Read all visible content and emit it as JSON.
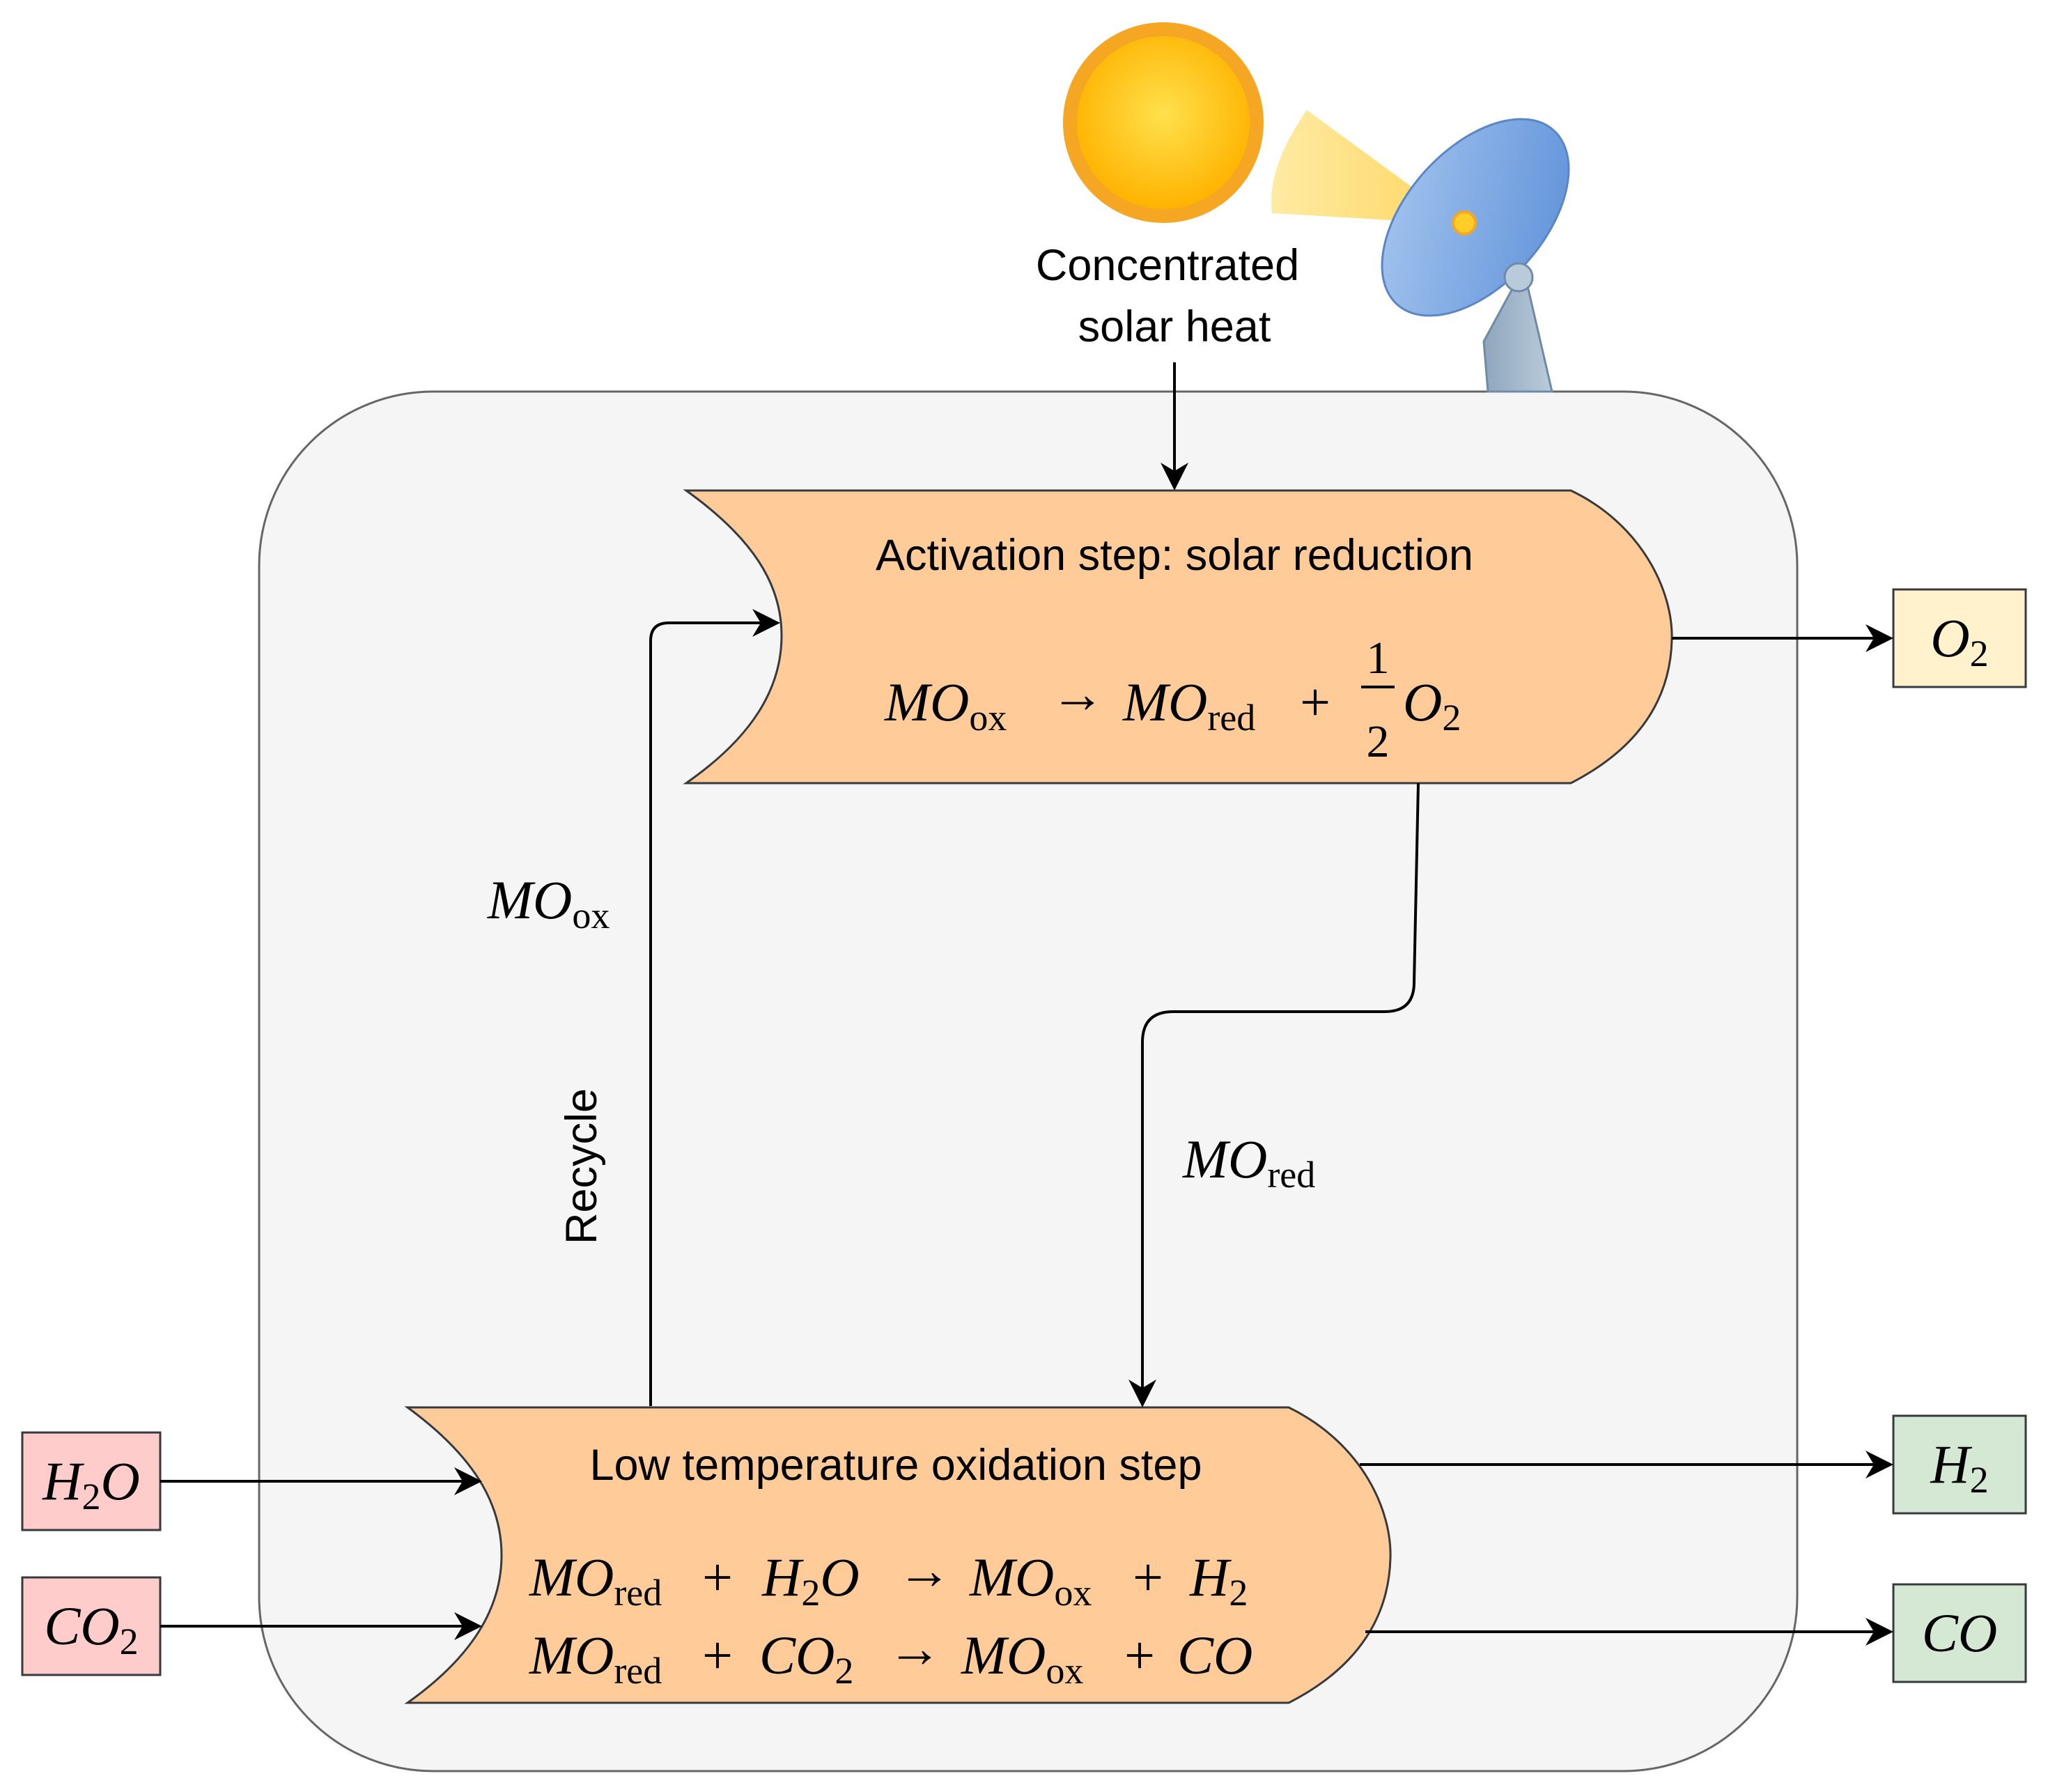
{
  "heat_source": {
    "label_line1": "Concentrated",
    "label_line2": "solar heat",
    "sun_icon": "sun-icon",
    "dish_icon": "solar-dish-icon"
  },
  "activation_step": {
    "title": "Activation step: solar reduction",
    "eq_lhs_base": "MO",
    "eq_lhs_sub": "ox",
    "eq_arrow": "→",
    "eq_rhs_base": "MO",
    "eq_rhs_sub": "red",
    "eq_plus": "+",
    "eq_frac_num": "1",
    "eq_frac_den": "2",
    "eq_o2_base": "O",
    "eq_o2_sub": "2"
  },
  "oxidation_step": {
    "title": "Low temperature oxidation step",
    "eq1": {
      "a": "MO",
      "a_sub": "red",
      "plus1": "+",
      "b": "H",
      "b_sub": "2",
      "b2": "O",
      "arrow": "→",
      "c": "MO",
      "c_sub": "ox",
      "plus2": "+",
      "d": "H",
      "d_sub": "2"
    },
    "eq2": {
      "a": "MO",
      "a_sub": "red",
      "plus1": "+",
      "b": "CO",
      "b_sub": "2",
      "arrow": "→",
      "c": "MO",
      "c_sub": "ox",
      "plus2": "+",
      "d": "CO"
    }
  },
  "flows": {
    "mo_ox": {
      "base": "MO",
      "sub": "ox"
    },
    "mo_red": {
      "base": "MO",
      "sub": "red"
    },
    "recycle": "Recycle"
  },
  "inputs": {
    "h2o": {
      "a": "H",
      "sub": "2",
      "b": "O"
    },
    "co2": {
      "a": "CO",
      "sub": "2"
    }
  },
  "outputs": {
    "o2": {
      "a": "O",
      "sub": "2"
    },
    "h2": {
      "a": "H",
      "sub": "2"
    },
    "co": {
      "a": "CO"
    }
  },
  "colors": {
    "step_fill": "#FFCC99",
    "o2_fill": "#FFF2CC",
    "input_fill": "#FFCCCC",
    "output_fill": "#D5E8D4",
    "container_fill": "#F5F5F5",
    "sun_fill": "#FFCD28",
    "sun_stroke": "#F5A623",
    "dish_fill": "#7EA6E0",
    "beam_fill": "#FFE48A"
  }
}
